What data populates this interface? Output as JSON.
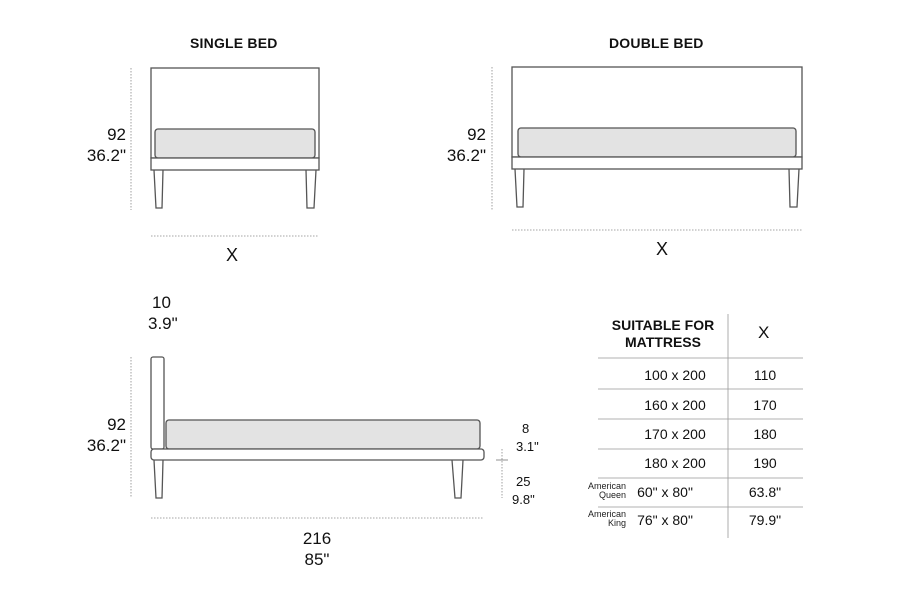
{
  "single_bed": {
    "title": "SINGLE BED",
    "height_cm": "92",
    "height_in": "36.2\"",
    "width_label": "X"
  },
  "double_bed": {
    "title": "DOUBLE BED",
    "height_cm": "92",
    "height_in": "36.2\"",
    "width_label": "X"
  },
  "side_view": {
    "headboard_thickness_cm": "10",
    "headboard_thickness_in": "3.9\"",
    "height_cm": "92",
    "height_in": "36.2\"",
    "frame_cm": "8",
    "frame_in": "3.1\"",
    "leg_cm": "25",
    "leg_in": "9.8\"",
    "length_cm": "216",
    "length_in": "85\""
  },
  "table": {
    "header_left": [
      "SUITABLE FOR",
      "MATTRESS"
    ],
    "header_right": "X",
    "rows": [
      {
        "note": [
          "",
          ""
        ],
        "mattress": "100 x 200",
        "x": "110"
      },
      {
        "note": [
          "",
          ""
        ],
        "mattress": "160 x 200",
        "x": "170"
      },
      {
        "note": [
          "",
          ""
        ],
        "mattress": "170 x 200",
        "x": "180"
      },
      {
        "note": [
          "",
          ""
        ],
        "mattress": "180 x 200",
        "x": "190"
      },
      {
        "note": [
          "American",
          "Queen"
        ],
        "mattress": "60\" x 80\"",
        "x": "63.8\""
      },
      {
        "note": [
          "American",
          "King"
        ],
        "mattress": "76\" x 80\"",
        "x": "79.9\""
      }
    ]
  }
}
